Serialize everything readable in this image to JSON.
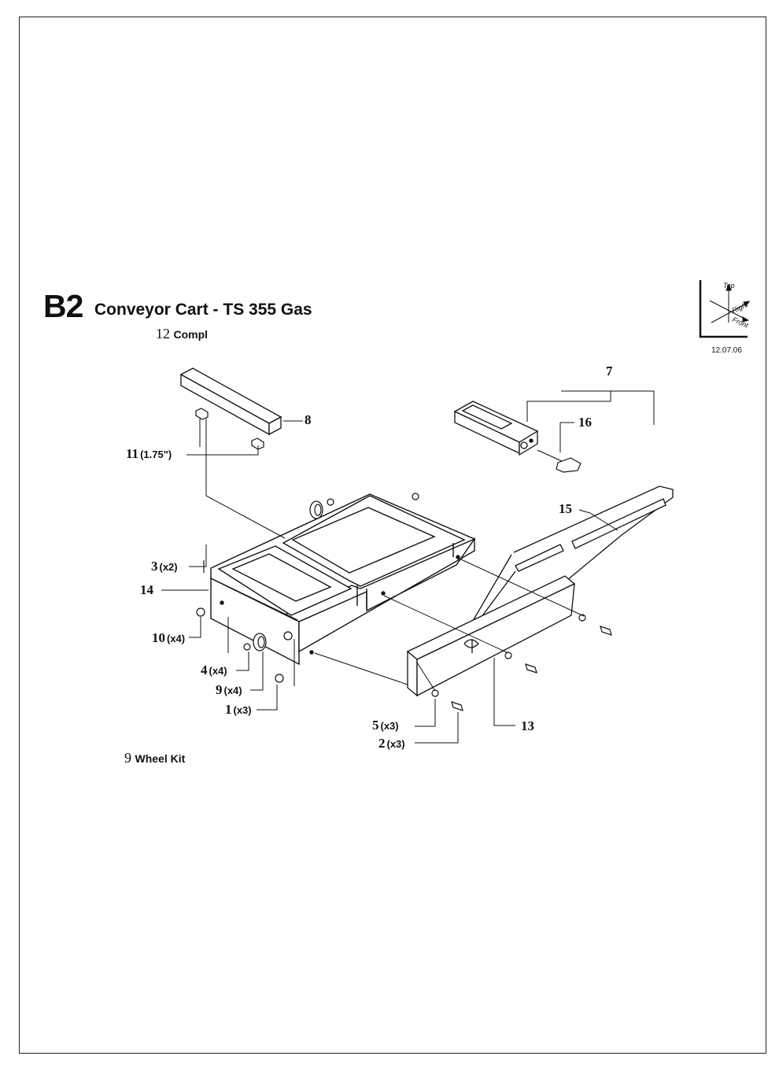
{
  "header": {
    "code": "B2",
    "title": "Conveyor Cart - TS 355 Gas"
  },
  "notes": [
    {
      "num": "12",
      "text": "Compl"
    },
    {
      "num": "9",
      "text": "Wheel Kit"
    }
  ],
  "orientation": {
    "top": "Top",
    "right": "Right",
    "front": "Front",
    "date": "12.07.06"
  },
  "callouts": [
    {
      "num": "7",
      "qty": ""
    },
    {
      "num": "8",
      "qty": ""
    },
    {
      "num": "16",
      "qty": ""
    },
    {
      "num": "11",
      "qty": "(1.75\")"
    },
    {
      "num": "15",
      "qty": ""
    },
    {
      "num": "3",
      "qty": "(x2)"
    },
    {
      "num": "14",
      "qty": ""
    },
    {
      "num": "10",
      "qty": "(x4)"
    },
    {
      "num": "4",
      "qty": "(x4)"
    },
    {
      "num": "9",
      "qty": "(x4)"
    },
    {
      "num": "1",
      "qty": "(x3)"
    },
    {
      "num": "5",
      "qty": "(x3)"
    },
    {
      "num": "2",
      "qty": "(x3)"
    },
    {
      "num": "13",
      "qty": ""
    }
  ]
}
